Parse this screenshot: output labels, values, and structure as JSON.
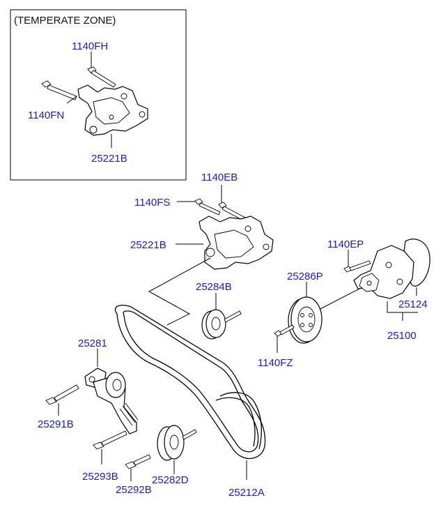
{
  "zone_title": "(TEMPERATE ZONE)",
  "labels": {
    "l_1140FH": "1140FH",
    "l_1140FN": "1140FN",
    "l_25221B_zone": "25221B",
    "l_1140EB": "1140EB",
    "l_1140FS": "1140FS",
    "l_25221B": "25221B",
    "l_1140EP": "1140EP",
    "l_25286P": "25286P",
    "l_25124": "25124",
    "l_25284B": "25284B",
    "l_25100": "25100",
    "l_25281": "25281",
    "l_1140FZ": "1140FZ",
    "l_25291B": "25291B",
    "l_25293B": "25293B",
    "l_25282D": "25282D",
    "l_25292B": "25292B",
    "l_25212A": "25212A"
  },
  "colors": {
    "label": "#1a1ad2",
    "line": "#000000",
    "background": "#ffffff"
  }
}
